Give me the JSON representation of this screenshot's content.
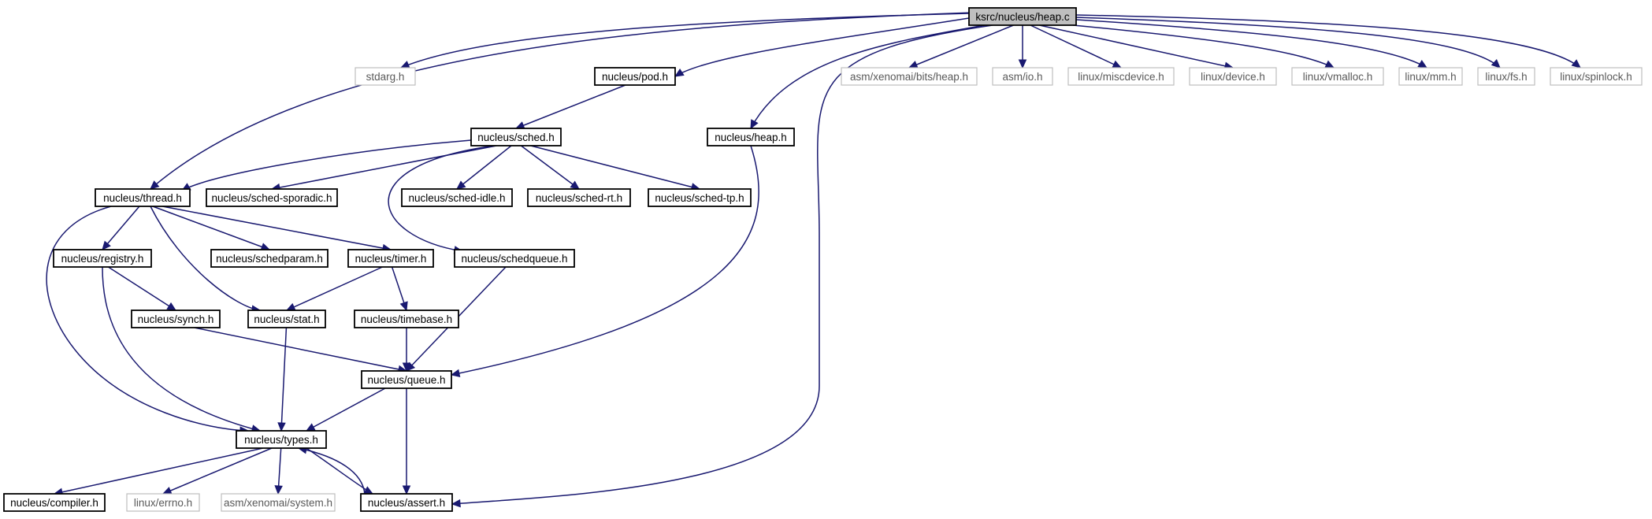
{
  "graph": {
    "type": "include-dependency-graph",
    "root": "ksrc/nucleus/heap.c",
    "nodes": [
      {
        "id": "heap_c",
        "label": "ksrc/nucleus/heap.c",
        "kind": "root"
      },
      {
        "id": "stdarg",
        "label": "stdarg.h",
        "kind": "external"
      },
      {
        "id": "pod",
        "label": "nucleus/pod.h",
        "kind": "internal"
      },
      {
        "id": "nheap",
        "label": "nucleus/heap.h",
        "kind": "internal"
      },
      {
        "id": "asm_bits_heap",
        "label": "asm/xenomai/bits/heap.h",
        "kind": "external"
      },
      {
        "id": "asm_io",
        "label": "asm/io.h",
        "kind": "external"
      },
      {
        "id": "miscdevice",
        "label": "linux/miscdevice.h",
        "kind": "external"
      },
      {
        "id": "device",
        "label": "linux/device.h",
        "kind": "external"
      },
      {
        "id": "vmalloc",
        "label": "linux/vmalloc.h",
        "kind": "external"
      },
      {
        "id": "mm",
        "label": "linux/mm.h",
        "kind": "external"
      },
      {
        "id": "fs",
        "label": "linux/fs.h",
        "kind": "external"
      },
      {
        "id": "spinlock",
        "label": "linux/spinlock.h",
        "kind": "external"
      },
      {
        "id": "sched",
        "label": "nucleus/sched.h",
        "kind": "internal"
      },
      {
        "id": "thread",
        "label": "nucleus/thread.h",
        "kind": "internal"
      },
      {
        "id": "sched_sporadic",
        "label": "nucleus/sched-sporadic.h",
        "kind": "internal"
      },
      {
        "id": "sched_idle",
        "label": "nucleus/sched-idle.h",
        "kind": "internal"
      },
      {
        "id": "sched_rt",
        "label": "nucleus/sched-rt.h",
        "kind": "internal"
      },
      {
        "id": "sched_tp",
        "label": "nucleus/sched-tp.h",
        "kind": "internal"
      },
      {
        "id": "registry",
        "label": "nucleus/registry.h",
        "kind": "internal"
      },
      {
        "id": "schedparam",
        "label": "nucleus/schedparam.h",
        "kind": "internal"
      },
      {
        "id": "timer",
        "label": "nucleus/timer.h",
        "kind": "internal"
      },
      {
        "id": "schedqueue",
        "label": "nucleus/schedqueue.h",
        "kind": "internal"
      },
      {
        "id": "synch",
        "label": "nucleus/synch.h",
        "kind": "internal"
      },
      {
        "id": "stat",
        "label": "nucleus/stat.h",
        "kind": "internal"
      },
      {
        "id": "timebase",
        "label": "nucleus/timebase.h",
        "kind": "internal"
      },
      {
        "id": "queue",
        "label": "nucleus/queue.h",
        "kind": "internal"
      },
      {
        "id": "types",
        "label": "nucleus/types.h",
        "kind": "internal"
      },
      {
        "id": "compiler",
        "label": "nucleus/compiler.h",
        "kind": "internal"
      },
      {
        "id": "errno",
        "label": "linux/errno.h",
        "kind": "external"
      },
      {
        "id": "asm_system",
        "label": "asm/xenomai/system.h",
        "kind": "external"
      },
      {
        "id": "assert",
        "label": "nucleus/assert.h",
        "kind": "internal"
      }
    ],
    "edges": [
      [
        "heap_c",
        "stdarg"
      ],
      [
        "heap_c",
        "pod"
      ],
      [
        "heap_c",
        "nheap"
      ],
      [
        "heap_c",
        "asm_bits_heap"
      ],
      [
        "heap_c",
        "asm_io"
      ],
      [
        "heap_c",
        "miscdevice"
      ],
      [
        "heap_c",
        "device"
      ],
      [
        "heap_c",
        "vmalloc"
      ],
      [
        "heap_c",
        "mm"
      ],
      [
        "heap_c",
        "fs"
      ],
      [
        "heap_c",
        "spinlock"
      ],
      [
        "heap_c",
        "thread"
      ],
      [
        "heap_c",
        "assert"
      ],
      [
        "pod",
        "sched"
      ],
      [
        "sched",
        "thread"
      ],
      [
        "sched",
        "sched_sporadic"
      ],
      [
        "sched",
        "sched_idle"
      ],
      [
        "sched",
        "sched_rt"
      ],
      [
        "sched",
        "sched_tp"
      ],
      [
        "sched",
        "schedqueue"
      ],
      [
        "nheap",
        "queue"
      ],
      [
        "thread",
        "registry"
      ],
      [
        "thread",
        "schedparam"
      ],
      [
        "thread",
        "timer"
      ],
      [
        "thread",
        "stat"
      ],
      [
        "thread",
        "types"
      ],
      [
        "registry",
        "synch"
      ],
      [
        "registry",
        "types"
      ],
      [
        "timer",
        "stat"
      ],
      [
        "timer",
        "timebase"
      ],
      [
        "schedqueue",
        "queue"
      ],
      [
        "synch",
        "queue"
      ],
      [
        "stat",
        "types"
      ],
      [
        "timebase",
        "queue"
      ],
      [
        "queue",
        "types"
      ],
      [
        "queue",
        "assert"
      ],
      [
        "types",
        "compiler"
      ],
      [
        "types",
        "errno"
      ],
      [
        "types",
        "asm_system"
      ],
      [
        "types",
        "assert"
      ],
      [
        "assert",
        "types"
      ]
    ]
  }
}
